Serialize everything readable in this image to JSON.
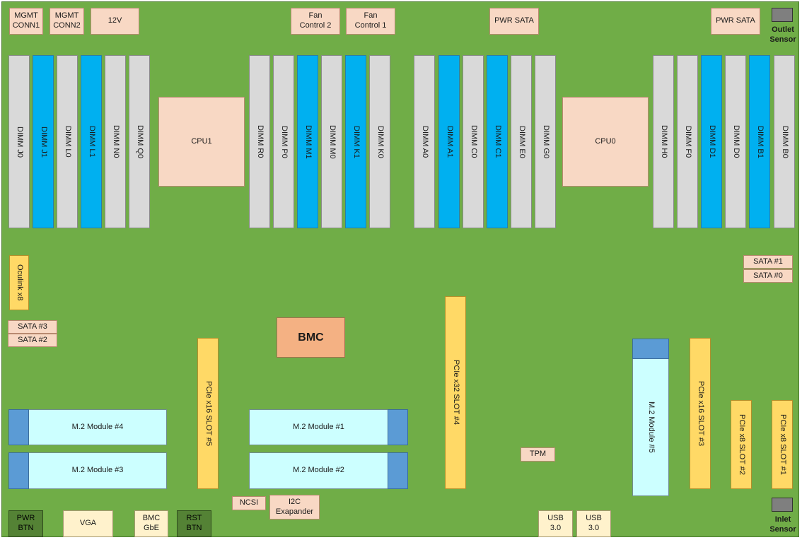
{
  "connectors": {
    "mgmt_conn1": "MGMT\nCONN1",
    "mgmt_conn2": "MGMT\nCONN2",
    "power_12v": "12V",
    "fan_control_2": "Fan\nControl 2",
    "fan_control_1": "Fan\nControl 1",
    "pwr_sata_left": "PWR SATA",
    "pwr_sata_right": "PWR SATA"
  },
  "sensors": {
    "outlet": "Outlet\nSensor",
    "inlet": "Inlet\nSensor"
  },
  "cpus": {
    "cpu1": "CPU1",
    "cpu0": "CPU0"
  },
  "dimms_cpu1_left": [
    "DIMM J0",
    "DIMM J1",
    "DIMM L0",
    "DIMM L1",
    "DIMM N0",
    "DIMM Q0"
  ],
  "dimms_cpu1_right": [
    "DIMM R0",
    "DIMM P0",
    "DIMM M1",
    "DIMM M0",
    "DIMM K1",
    "DIMM K0"
  ],
  "dimms_cpu0_left": [
    "DIMM A0",
    "DIMM A1",
    "DIMM C0",
    "DIMM C1",
    "DIMM E0",
    "DIMM G0"
  ],
  "dimms_cpu0_right": [
    "DIMM H0",
    "DIMM F0",
    "DIMM D1",
    "DIMM D0",
    "DIMM B1",
    "DIMM B0"
  ],
  "storage": {
    "oculink": "Oculink x8",
    "sata3": "SATA #3",
    "sata2": "SATA #2",
    "sata1": "SATA #1",
    "sata0": "SATA #0"
  },
  "bmc": "BMC",
  "slots": {
    "pcie_x16_slot5": "PCIe x16 SLOT #5",
    "pcie_x32_slot4": "PCIe x32 SLOT #4",
    "pcie_x16_slot3": "PCIe x16 SLOT #3",
    "pcie_x8_slot2": "PCIe x8 SLOT #2",
    "pcie_x8_slot1": "PCIe x8 SLOT #1"
  },
  "m2_modules": {
    "m4": "M.2 Module #4",
    "m3": "M.2 Module #3",
    "m1": "M.2 Module #1",
    "m2": "M.2 Module #2",
    "m5": "M.2 Module #5"
  },
  "misc": {
    "tpm": "TPM",
    "ncsi": "NCSI",
    "i2c_expander": "I2C\nExapander"
  },
  "rear_io": {
    "pwr_btn": "PWR\nBTN",
    "vga": "VGA",
    "bmc_gbe": "BMC\nGbE",
    "rst_btn": "RST\nBTN",
    "usb_a": "USB\n3.0",
    "usb_b": "USB\n3.0"
  },
  "colors": {
    "board": "#70ad47",
    "dimm_gray": "#d9d9d9",
    "dimm_blue": "#00b0f0",
    "pcie_yellow": "#ffd966",
    "m2_cyan": "#ccffff",
    "m2_tab": "#5b9bd5",
    "bmc_salmon": "#f4b183"
  }
}
